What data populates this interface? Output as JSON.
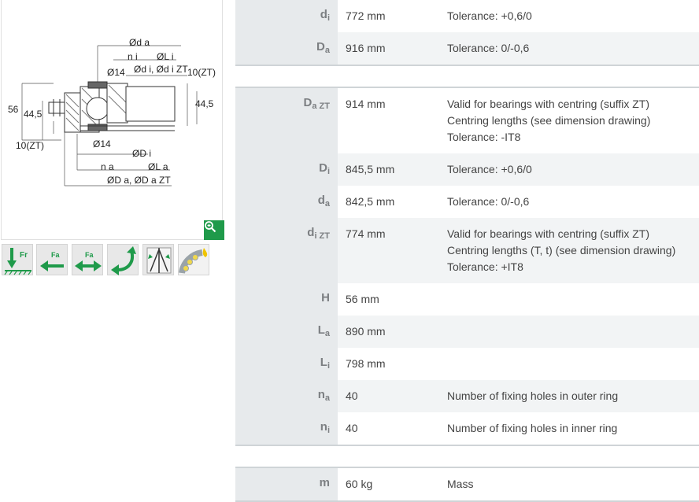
{
  "drawing": {
    "labels": {
      "od_a": "Ød a",
      "n_i": "n i",
      "ol_i": "ØL i",
      "o14_top": "Ø14",
      "od_i_zt": "Ød i, Ød i ZT",
      "ten_zt_top": "10(ZT)",
      "h56": "56",
      "h445_left": "44,5",
      "h445_right": "44,5",
      "ten_zt_bottom": "10(ZT)",
      "o14_bottom": "Ø14",
      "od_i_upper": "ØD i",
      "n_a": "n a",
      "ol_a": "ØL a",
      "od_a_zt": "ØD a, ØD a ZT"
    }
  },
  "icons": [
    {
      "name": "radial-load-icon",
      "label": "Fr"
    },
    {
      "name": "axial-load-icon",
      "label": "Fa"
    },
    {
      "name": "axial-load-both-icon",
      "label": "Fa"
    },
    {
      "name": "tilting-moment-icon",
      "label": ""
    },
    {
      "name": "angular-misalignment-icon",
      "label": ""
    },
    {
      "name": "lubrication-icon",
      "label": ""
    }
  ],
  "groups": [
    {
      "rows": [
        {
          "sym": "d",
          "sub": "i",
          "value": "772  mm",
          "desc": [
            "Tolerance: +0,6/0"
          ]
        },
        {
          "sym": "D",
          "sub": "a",
          "value": "916  mm",
          "desc": [
            "Tolerance: 0/-0,6"
          ]
        }
      ]
    },
    {
      "rows": [
        {
          "sym": "D",
          "sub": "a ZT",
          "value": "914  mm",
          "desc": [
            "Valid for bearings with centring (suffix ZT)",
            "Centring lengths (see dimension drawing)",
            "Tolerance: -IT8"
          ]
        },
        {
          "sym": "D",
          "sub": "i",
          "value": "845,5  mm",
          "desc": [
            "Tolerance: +0,6/0"
          ]
        },
        {
          "sym": "d",
          "sub": "a",
          "value": "842,5  mm",
          "desc": [
            "Tolerance: 0/-0,6"
          ]
        },
        {
          "sym": "d",
          "sub": "i ZT",
          "value": "774  mm",
          "desc": [
            "Valid for bearings with centring (suffix ZT)",
            "Centring lengths (T, t) (see dimension drawing)",
            "Tolerance: +IT8"
          ]
        },
        {
          "sym": "H",
          "sub": "",
          "value": "56  mm",
          "desc": [
            ""
          ]
        },
        {
          "sym": "L",
          "sub": "a",
          "value": "890  mm",
          "desc": [
            ""
          ]
        },
        {
          "sym": "L",
          "sub": "i",
          "value": "798  mm",
          "desc": [
            ""
          ]
        },
        {
          "sym": "n",
          "sub": "a",
          "value": "40",
          "desc": [
            "Number of fixing holes in outer ring"
          ]
        },
        {
          "sym": "n",
          "sub": "i",
          "value": "40",
          "desc": [
            "Number of fixing holes in inner ring"
          ]
        }
      ]
    },
    {
      "rows": [
        {
          "sym": "m",
          "sub": "",
          "value": "60  kg",
          "desc": [
            "Mass"
          ]
        }
      ]
    }
  ]
}
